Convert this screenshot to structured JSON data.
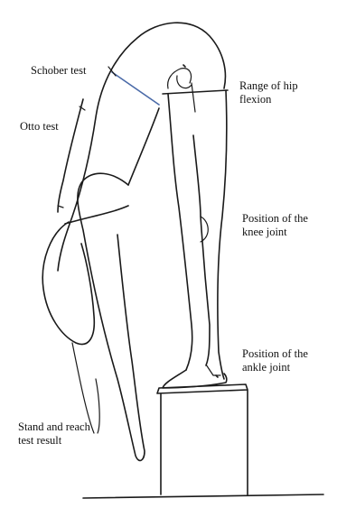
{
  "labels": {
    "schober": [
      "Schober test"
    ],
    "otto": [
      "Otto test"
    ],
    "hip": [
      "Range of hip",
      "flexion"
    ],
    "knee": [
      "Position of the",
      "knee joint"
    ],
    "ankle": [
      "Position of the",
      "ankle joint"
    ],
    "stand_reach": [
      "Stand and reach",
      "test result"
    ]
  },
  "colors": {
    "ink": "#1a1a1a",
    "schober_line": "#4a6aa8",
    "background": "#ffffff"
  }
}
